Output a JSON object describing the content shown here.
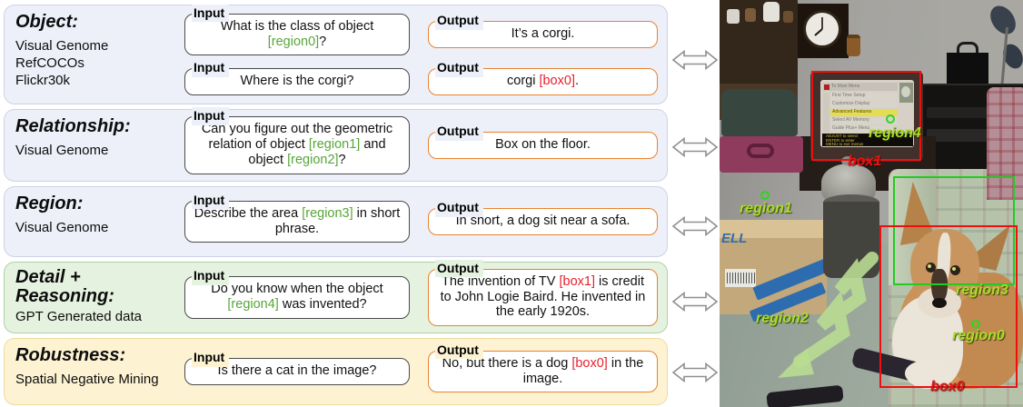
{
  "labels": {
    "input": "Input",
    "output": "Output"
  },
  "figure": {
    "rows": [
      {
        "title": "Object:",
        "sources": [
          "Visual Genome",
          "RefCOCOs",
          "Flickr30k"
        ],
        "theme": "blue",
        "pairs": [
          {
            "input_segments": [
              {
                "t": "What is the class of object "
              },
              {
                "t": "[region0]",
                "c": "green"
              },
              {
                "t": "?"
              }
            ],
            "output_segments": [
              {
                "t": "It’s a corgi."
              }
            ]
          },
          {
            "input_segments": [
              {
                "t": "Where is the corgi?"
              }
            ],
            "output_segments": [
              {
                "t": "corgi "
              },
              {
                "t": "[box0]",
                "c": "red"
              },
              {
                "t": "."
              }
            ]
          }
        ]
      },
      {
        "title": "Relationship:",
        "sources": [
          "Visual Genome"
        ],
        "theme": "blue",
        "pairs": [
          {
            "input_segments": [
              {
                "t": "Can you figure out the geometric relation of object "
              },
              {
                "t": "[region1]",
                "c": "green"
              },
              {
                "t": " and object "
              },
              {
                "t": "[region2]",
                "c": "green"
              },
              {
                "t": "?"
              }
            ],
            "output_segments": [
              {
                "t": "Box on the floor."
              }
            ]
          }
        ]
      },
      {
        "title": "Region:",
        "sources": [
          "Visual Genome"
        ],
        "theme": "blue",
        "pairs": [
          {
            "input_segments": [
              {
                "t": "Describe the area "
              },
              {
                "t": "[region3]",
                "c": "green"
              },
              {
                "t": " in short phrase."
              }
            ],
            "output_segments": [
              {
                "t": "In short, a dog sit near a sofa."
              }
            ]
          }
        ]
      },
      {
        "title": "Detail +\nReasoning:",
        "sources": [
          "GPT Generated data"
        ],
        "theme": "green",
        "pairs": [
          {
            "input_segments": [
              {
                "t": "Do you know when the object "
              },
              {
                "t": "[region4]",
                "c": "green"
              },
              {
                "t": " was invented?"
              }
            ],
            "output_segments": [
              {
                "t": "The invention of TV "
              },
              {
                "t": "[box1]",
                "c": "red"
              },
              {
                "t": " is credit to John Logie Baird. He invented in the early 1920s."
              }
            ]
          }
        ]
      },
      {
        "title": "Robustness:",
        "sources": [
          "Spatial Negative Mining"
        ],
        "theme": "yellow",
        "pairs": [
          {
            "input_segments": [
              {
                "t": "Is there a cat in the image?"
              }
            ],
            "output_segments": [
              {
                "t": "No, but there is a dog "
              },
              {
                "t": "[box0]",
                "c": "red"
              },
              {
                "t": " in the image."
              }
            ]
          }
        ]
      }
    ]
  },
  "colors": {
    "region_reference_text": "#57a639",
    "box_reference_text": "#e8212e",
    "input_box_border": "#4a4a4a",
    "output_box_border": "#e8822e",
    "row_blue_bg": "#edf0f9",
    "row_green_bg": "#e6f2e0",
    "row_yellow_bg": "#fdf3d3",
    "photo_red_bbox": "#ee1010",
    "photo_green_bbox": "#21cc21",
    "photo_region_label": "#abdc28",
    "photo_box_label": "#e81414"
  },
  "photo": {
    "bounding_boxes": [
      {
        "label": "box1",
        "color": "red"
      },
      {
        "label": "region3",
        "color": "green"
      },
      {
        "label": "box0",
        "color": "red"
      }
    ],
    "point_markers": [
      {
        "label": "region4"
      },
      {
        "label": "region1"
      },
      {
        "label": "region0"
      }
    ],
    "scribble_marker": {
      "label": "region2"
    },
    "dell_box_text": "ELL",
    "tv_menu": {
      "header": "To Main Menu",
      "items": [
        "First Time Setup",
        "Customize Display",
        "Advanced Features",
        "Select AV Memory",
        "Guide Plus+ Menu"
      ],
      "highlighted": "Advanced Features",
      "footer": [
        "ADJUST to select",
        "ENTER to enter",
        "MENU to exit menus"
      ]
    }
  }
}
